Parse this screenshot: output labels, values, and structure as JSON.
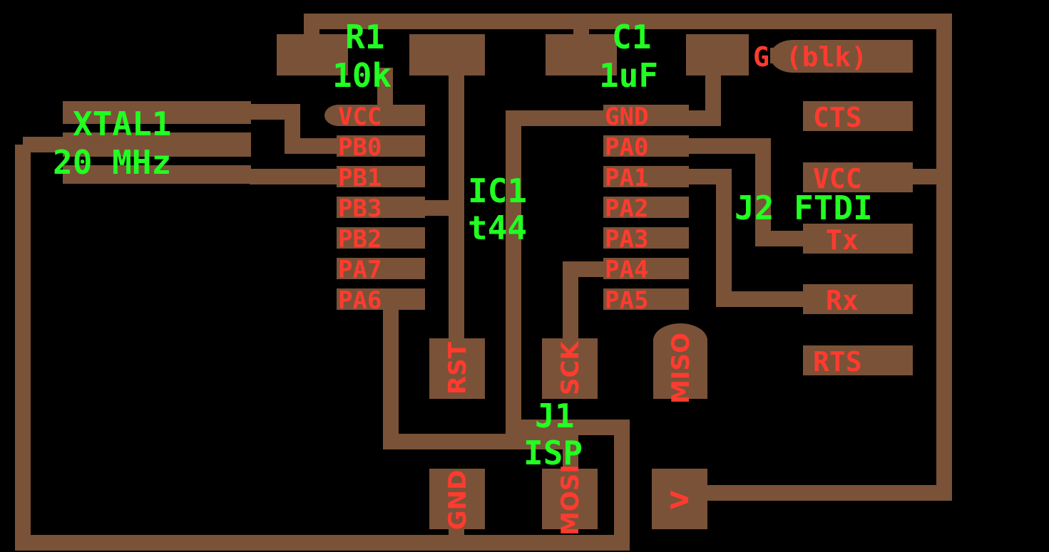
{
  "colors": {
    "background": "#000000",
    "copper": "#7a5238",
    "pin_label": "#ff3b2f",
    "component_label": "#22ff22"
  },
  "components": {
    "r1_name": "R1",
    "r1_value": "10k",
    "c1_name": "C1",
    "c1_value": "1uF",
    "xtal_name": "XTAL1",
    "xtal_value": "20 MHz",
    "ic_name": "IC1",
    "ic_value": "t44",
    "j2_name": "J2 FTDI",
    "j1_name": "J1",
    "j1_value": "ISP"
  },
  "ic_pins_left": [
    "VCC",
    "PB0",
    "PB1",
    "PB3",
    "PB2",
    "PA7",
    "PA6"
  ],
  "ic_pins_right": [
    "GND",
    "PA0",
    "PA1",
    "PA2",
    "PA3",
    "PA4",
    "PA5"
  ],
  "ftdi_pins": [
    "G (blk)",
    "CTS",
    "VCC",
    "Tx",
    "Rx",
    "RTS"
  ],
  "isp_pins": {
    "rst": "RST",
    "sck": "SCK",
    "miso": "MISO",
    "gnd": "GND",
    "mosi": "MOSI",
    "vcc": "V"
  }
}
